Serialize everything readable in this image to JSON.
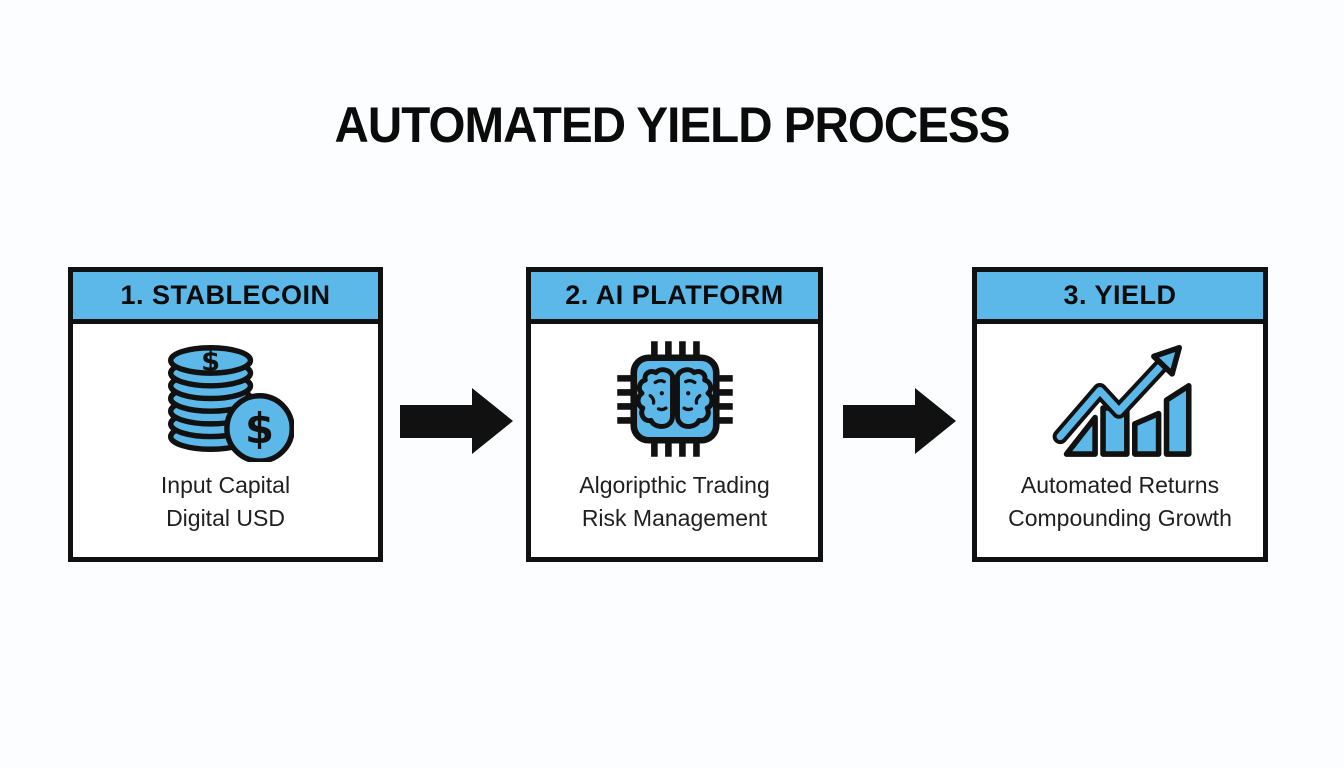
{
  "title": "AUTOMATED YIELD PROCESS",
  "colors": {
    "accent_blue": "#5bb8e8",
    "ink": "#111111",
    "text": "#1f1f1f",
    "background": "#fcfdfe"
  },
  "steps": [
    {
      "header": "1. STABLECOIN",
      "icon": "coin-stack-icon",
      "currency_symbol": "$",
      "lines": [
        "Input Capital",
        "Digital USD"
      ]
    },
    {
      "header": "2. AI PLATFORM",
      "icon": "ai-chip-brain-icon",
      "lines": [
        "Algoripthic Trading",
        "Risk Management"
      ]
    },
    {
      "header": "3. YIELD",
      "icon": "growth-chart-icon",
      "lines": [
        "Automated Returns",
        "Compounding Growth"
      ]
    }
  ],
  "connectors": [
    {
      "icon": "arrow-right-icon"
    },
    {
      "icon": "arrow-right-icon"
    }
  ]
}
